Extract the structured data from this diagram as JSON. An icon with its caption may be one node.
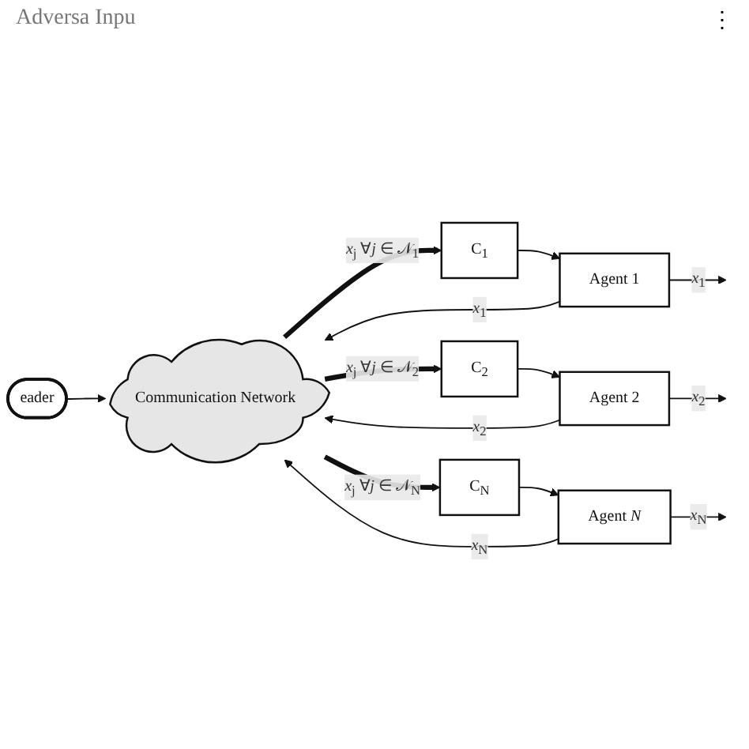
{
  "diagram": {
    "nodes": [
      {
        "text": [
          "eader"
        ]
      },
      {
        "text": [
          "Communication Network"
        ]
      },
      {
        "text": [
          "C$_{1}$"
        ]
      },
      {
        "text": [
          "Agent 1"
        ]
      },
      {
        "text": [
          "C$_{2}$"
        ]
      },
      {
        "text": [
          "Agent 2"
        ]
      },
      {
        "text": [
          "C$_{N}$"
        ]
      },
      {
        "text": [
          "Agent *N*"
        ]
      }
    ],
    "edges": [
      {
        "from": 0,
        "to": 1,
        "arrow": "to"
      },
      {
        "from": 1,
        "to": 2,
        "arrow": "to",
        "label": "*x*$_{j}$ ∀*j* ∈ 𝒩$_{1}$",
        "style": "thick"
      },
      {
        "from": 2,
        "to": 3,
        "arrow": "to"
      },
      {
        "from": 3,
        "to": null,
        "arrow": "to",
        "label": "*x*$_{1}$"
      },
      {
        "from": 3,
        "to": 1,
        "arrow": "to",
        "label": "*x*$_{1}$"
      },
      {
        "from": 1,
        "to": 4,
        "arrow": "to",
        "label": "*x*$_{j}$ ∀*j* ∈ 𝒩$_{2}$",
        "style": "thick"
      },
      {
        "from": 4,
        "to": 5,
        "arrow": "to"
      },
      {
        "from": 5,
        "to": null,
        "arrow": "to",
        "label": "*x*$_{2}$"
      },
      {
        "from": 5,
        "to": 1,
        "arrow": "to",
        "label": "*x*$_{2}$"
      },
      {
        "from": 1,
        "to": 6,
        "arrow": "to",
        "label": "*x*$_{j}$ ∀*j* ∈ 𝒩$_{N}$",
        "style": "thick"
      },
      {
        "from": 6,
        "to": 7,
        "arrow": "to"
      },
      {
        "from": 7,
        "to": null,
        "arrow": "to",
        "label": "*x*$_{N}$"
      },
      {
        "from": 7,
        "to": 1,
        "arrow": "to",
        "label": "*x*$_{N}$"
      }
    ],
    "labels": [
      "Adversa Inpu",
      "⋮"
    ]
  }
}
